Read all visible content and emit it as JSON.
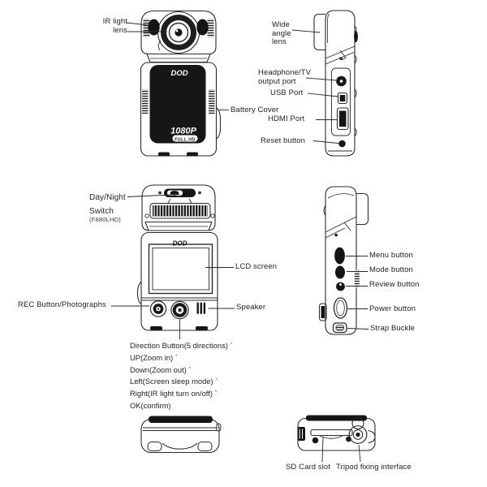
{
  "device": {
    "brand": "DOD",
    "front_badge_resolution": "1080P",
    "front_badge_fullhd": "FULL HD"
  },
  "labels": {
    "ir_light_lens": "IR light\nlens",
    "wide_angle_lens": "Wide\nangle\nlens",
    "headphone_tv_output_port": "Headphone/TV\noutput port",
    "usb_port": "USB Port",
    "battery_cover": "Battery Cover",
    "hdmi_port": "HDMI Port",
    "reset_button": "Reset button",
    "day_night_switch": "Day/Night\nSwitch",
    "model": "(F880LHD)",
    "lcd_screen": "LCD screen",
    "rec_button": "REC Button/Photographs",
    "speaker": "Speaker",
    "menu_button": "Menu button",
    "mode_button": "Mode button",
    "review_button": "Review button",
    "power_button": "Power button",
    "strap_buckle": "Strap Buckle",
    "direction_notes": [
      "Direction Button(5 directions) `",
      "UP(Zoom in) `",
      "Down(Zoom out) `",
      "Left(Screen sleep mode) `",
      "Right(IR light turn on/off) `",
      "OK(confirm)"
    ],
    "sd_card_slot": "SD Card slot",
    "tripod_fixing_interface": "Tripod fixing interface"
  }
}
